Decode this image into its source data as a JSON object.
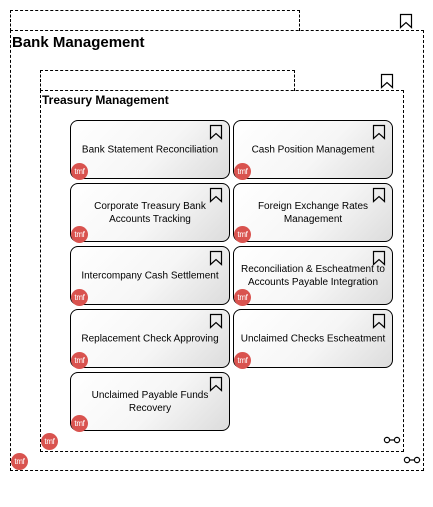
{
  "bank": {
    "title": "Bank Management",
    "badge": "tmf"
  },
  "treasury": {
    "title": "Treasury Management",
    "badge": "tmf"
  },
  "capabilities": [
    {
      "label": "Bank Statement Reconciliation",
      "badge": "tmf"
    },
    {
      "label": "Cash Position Management",
      "badge": "tmf"
    },
    {
      "label": "Corporate Treasury Bank Accounts Tracking",
      "badge": "tmf"
    },
    {
      "label": "Foreign Exchange Rates Management",
      "badge": "tmf"
    },
    {
      "label": "Intercompany Cash Settlement",
      "badge": "tmf"
    },
    {
      "label": "Reconciliation & Escheatment to Accounts Payable Integration",
      "badge": "tmf"
    },
    {
      "label": "Replacement Check Approving",
      "badge": "tmf"
    },
    {
      "label": "Unclaimed Checks Escheatment",
      "badge": "tmf"
    },
    {
      "label": "Unclaimed Payable Funds Recovery",
      "badge": "tmf"
    }
  ],
  "icons": {
    "bookmark": "bookmark-icon",
    "link": "link-icon"
  },
  "colors": {
    "badge": "#d9534f",
    "border": "#000000"
  }
}
